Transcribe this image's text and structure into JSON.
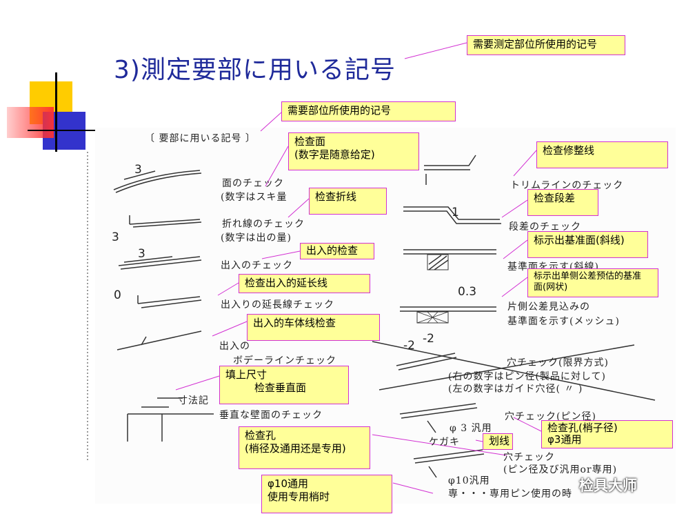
{
  "title": "3)測定要部に用いる記号",
  "scan": {
    "heading": "〔 要部に用いる記号 〕",
    "sunpo": "寸法記",
    "left_items": [
      {
        "line1": "面のチェック",
        "line2": "(数字はスキ量"
      },
      {
        "line1": "折れ線のチェック",
        "line2": "(数字は出の量)"
      },
      {
        "line1": "出入のチェック",
        "line2": ""
      },
      {
        "line1": "出入りの延長線チェック",
        "line2": ""
      },
      {
        "line1": "出入の",
        "line2": "ボデーラインチェック"
      },
      {
        "line1": "垂直な壁面のチェック",
        "line2": ""
      }
    ],
    "right_items": [
      {
        "line1": "トリムラインのチェック",
        "line2": ""
      },
      {
        "line1": "段差のチェック",
        "line2": ""
      },
      {
        "line1": "基準面を示す(斜線)",
        "line2": ""
      },
      {
        "line1": "片側公差見込みの",
        "line2": "基準面を示す(メッシュ)"
      },
      {
        "line1": "穴チェック(限界方式)",
        "line2": "(右の数字はピン径(製品に対して)",
        "line3": "(左の数字はガイド穴径(  〃  )"
      },
      {
        "line1": "穴チェック(ピン径)",
        "line2": ""
      },
      {
        "line1": "穴チェック",
        "line2": "(ピン径及び汎用or専用)"
      },
      {
        "line1": "専・・・専用ピン使用の時",
        "line2": ""
      }
    ],
    "fig_numbers": {
      "n1": "3",
      "n2": "3",
      "n3": "3",
      "n4": "0",
      "n5": "1",
      "n6": "0.3",
      "n7": "-2",
      "n8": "-2"
    },
    "pin3": "φ 3 汎用",
    "kegaki": "ケガキ",
    "pin10": "φ10汎用"
  },
  "notes": {
    "n_title": "需要测定部位所使用的记号",
    "n_heading": "需要部位所使用的记号",
    "n_face": [
      "检查面",
      "(数字是随意给定)"
    ],
    "n_fold": "检查折线",
    "n_inout": "出入的检查",
    "n_ext": "检查出入的延长线",
    "n_body": "出入的车体线检查",
    "n_wall": [
      "填上尺寸",
      "检查垂直面"
    ],
    "n_hole": [
      "检查孔",
      "(梢径及通用还是专用)"
    ],
    "n_pin10": [
      "φ10通用",
      "使用专用梢时"
    ],
    "n_trim": "检查修整线",
    "n_step": "检查段差",
    "n_datum": "标示出基准面(斜线)",
    "n_datum2": [
      "标示出单侧公差预估的基准",
      "面(网状)"
    ],
    "n_pin": [
      "检查孔(梢子径)",
      "φ3通用"
    ],
    "n_kegaki": "划线"
  },
  "watermark": "检具大师",
  "colors": {
    "title": "#1f2a9a",
    "note_fill": "#ffff99",
    "note_border": "#d22fd2",
    "deco_yellow": "#ffcc00",
    "deco_blue": "#3333cc",
    "deco_red": "#ff3333"
  }
}
